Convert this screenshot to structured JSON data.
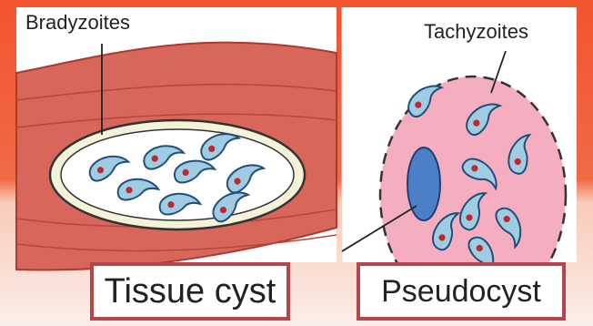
{
  "left_panel": {
    "title": "Bradyzoites",
    "caption": "Tissue cyst"
  },
  "right_panel": {
    "title": "Tachyzoites",
    "caption": "Pseudocyst"
  },
  "colors": {
    "background_top": "#f2542f",
    "background_bottom": "#fbe7df",
    "muscle": "#d9665b",
    "cyst_fill": "#f4f2d9",
    "parasite_fill": "#9fcbe3",
    "nucleus": "#c0272d",
    "pseudocyst_fill": "#f4aec0",
    "host_nucleus": "#4d7fc9",
    "caption_border": "#b5454a"
  }
}
